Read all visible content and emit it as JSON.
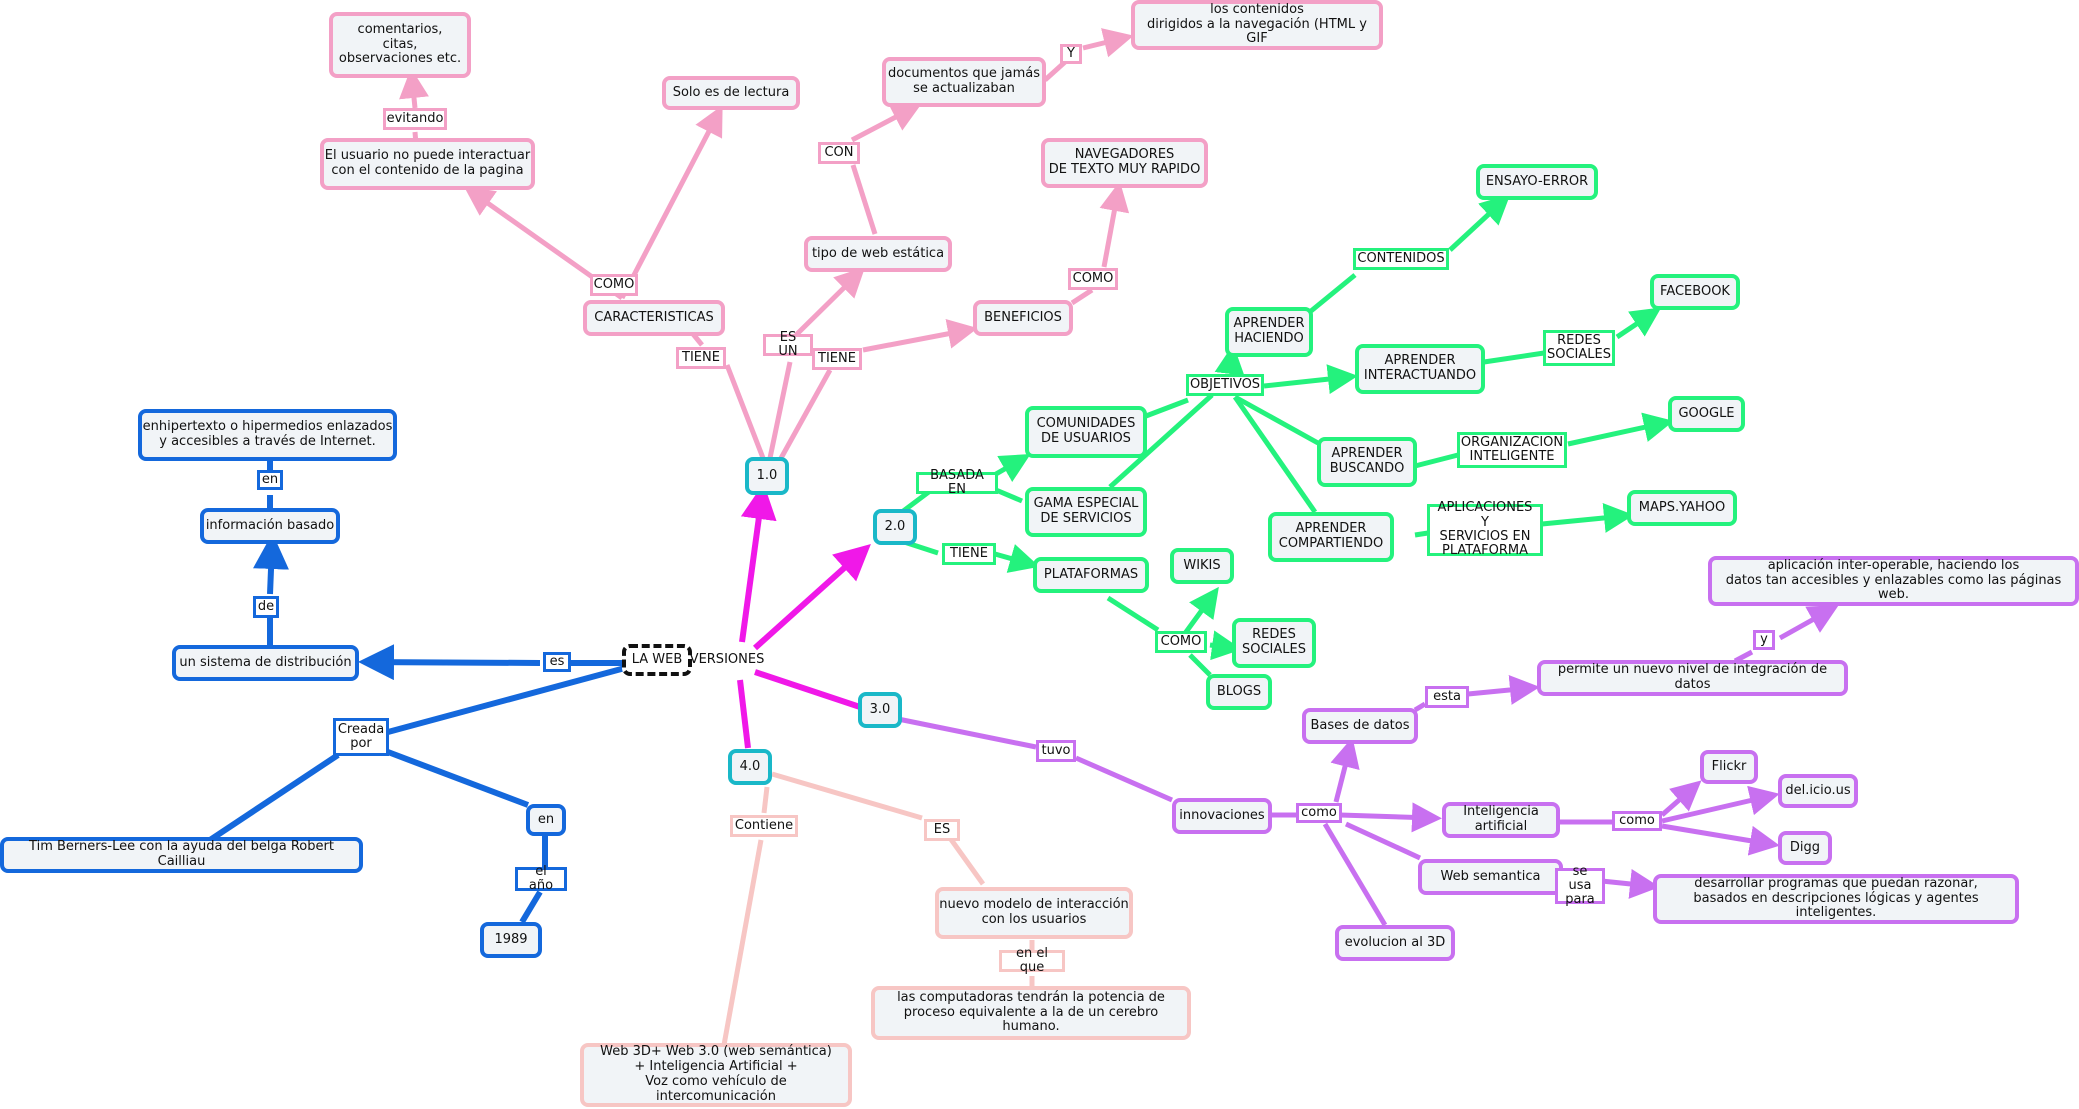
{
  "central": {
    "label": "LA WEB",
    "versions_label": "VERSIONES"
  },
  "colors": {
    "blue": "#1468dc",
    "pink": "#f3a0c6",
    "teal": "#1ab8c8",
    "magenta": "#f018e8",
    "green": "#24f27d",
    "purple": "#c870f0",
    "salmon": "#f7c6c4"
  },
  "blue": {
    "es": "es",
    "sistema": "un sistema de distribución",
    "de": "de",
    "informacion": "información basado",
    "en": "en",
    "hipertexto": "enhipertexto o hipermedios enlazados\ny accesibles a través de Internet.",
    "creada_por": "Creada\npor",
    "autor": "Tim Berners-Lee con la ayuda del belga Robert Cailliau",
    "en2": "en",
    "el_ano": "el año",
    "year": "1989"
  },
  "versions": {
    "v1": "1.0",
    "v2": "2.0",
    "v3": "3.0",
    "v4": "4.0"
  },
  "web1": {
    "tiene1": "TIENE",
    "caracteristicas": "CARACTERISTICAS",
    "como": "COMO",
    "usuario": "El usuario no puede interactuar\ncon el contenido de la pagina",
    "evitando": "evitando",
    "comentarios": "comentarios,\ncitas,\nobservaciones etc.",
    "lectura": "Solo es de lectura",
    "es_un": "ES UN",
    "tipo": "tipo de web estática",
    "con": "CON",
    "documentos": "documentos que jamás\nse actualizaban",
    "y": "Y",
    "contenidos": "los contenidos\ndirigidos a la navegación (HTML y GIF",
    "tiene2": "TIENE",
    "beneficios": "BENEFICIOS",
    "como2": "COMO",
    "navegadores": "NAVEGADORES\nDE TEXTO MUY RAPIDO"
  },
  "web2": {
    "basada_en": "BASADA EN",
    "comunidades": "COMUNIDADES\nDE USUARIOS",
    "gama": "GAMA ESPECIAL\nDE SERVICIOS",
    "objetivos": "OBJETIVOS",
    "aprender_haciendo": "APRENDER\nHACIENDO",
    "contenidos": "CONTENIDOS",
    "ensayo": "ENSAYO-ERROR",
    "aprender_interactuando": "APRENDER\nINTERACTUANDO",
    "redes_sociales": "REDES\nSOCIALES",
    "facebook": "FACEBOOK",
    "aprender_buscando": "APRENDER\nBUSCANDO",
    "organizacion": "ORGANIZACION\nINTELIGENTE",
    "google": "GOOGLE",
    "aprender_compartiendo": "APRENDER\nCOMPARTIENDO",
    "aplicaciones": "APLICACIONES Y\nSERVICIOS EN\nPLATAFORMA",
    "maps": "MAPS.YAHOO",
    "tiene": "TIENE",
    "plataformas": "PLATAFORMAS",
    "como": "COMO",
    "wikis": "WIKIS",
    "redes2": "REDES\nSOCIALES",
    "blogs": "BLOGS"
  },
  "web3": {
    "tuvo": "tuvo",
    "innovaciones": "innovaciones",
    "como": "como",
    "bases": "Bases de datos",
    "esta": "esta",
    "permite": "permite un nuevo nivel de integración de datos",
    "y": "y",
    "aplicacion": "aplicación inter-operable, haciendo los\ndatos tan accesibles y enlazables como las páginas web.",
    "ia": "Inteligencia artificial",
    "como2": "como",
    "flickr": "Flickr",
    "delicious": "del.icio.us",
    "digg": "Digg",
    "semantica": "Web semantica",
    "se_usa": "se usa\npara",
    "desarrollar": "desarrollar programas que puedan razonar,\nbasados en descripciones lógicas y agentes inteligentes.",
    "evolucion": "evolucion al 3D"
  },
  "web4": {
    "contiene": "Contiene",
    "web3d": "Web 3D+ Web 3.0 (web semántica)\n+ Inteligencia Artificial +\nVoz como vehículo de intercomunicación",
    "es": "ES",
    "nuevo_modelo": "nuevo modelo de interacción\ncon los usuarios",
    "en_el_que": "en el que",
    "computadoras": "las computadoras tendrán la potencia de\nproceso equivalente a la de un cerebro humano."
  }
}
